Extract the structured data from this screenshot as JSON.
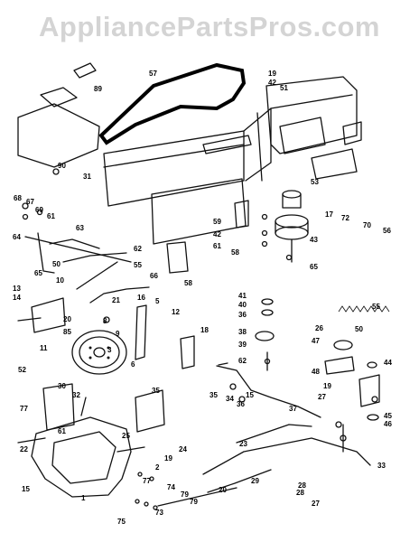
{
  "watermark": "AppliancePartsPros.com",
  "callouts": [
    "57",
    "19",
    "42",
    "51",
    "89",
    "90",
    "31",
    "68",
    "67",
    "69",
    "61",
    "64",
    "65",
    "50",
    "63",
    "62",
    "55",
    "66",
    "10",
    "21",
    "13",
    "14",
    "11",
    "20",
    "85",
    "16",
    "5",
    "12",
    "6",
    "8",
    "18",
    "9",
    "3",
    "58",
    "59",
    "42",
    "61",
    "58",
    "53",
    "17",
    "72",
    "70",
    "56",
    "55",
    "43",
    "65",
    "41",
    "40",
    "36",
    "38",
    "39",
    "62",
    "35",
    "34",
    "15",
    "36",
    "37",
    "28",
    "26",
    "50",
    "47",
    "48",
    "46",
    "19",
    "27",
    "44",
    "45",
    "52",
    "30",
    "32",
    "22",
    "77",
    "61",
    "1",
    "35",
    "25",
    "24",
    "19",
    "2",
    "77",
    "74",
    "79",
    "79",
    "73",
    "75",
    "15",
    "23",
    "29",
    "20",
    "33",
    "28",
    "27"
  ]
}
